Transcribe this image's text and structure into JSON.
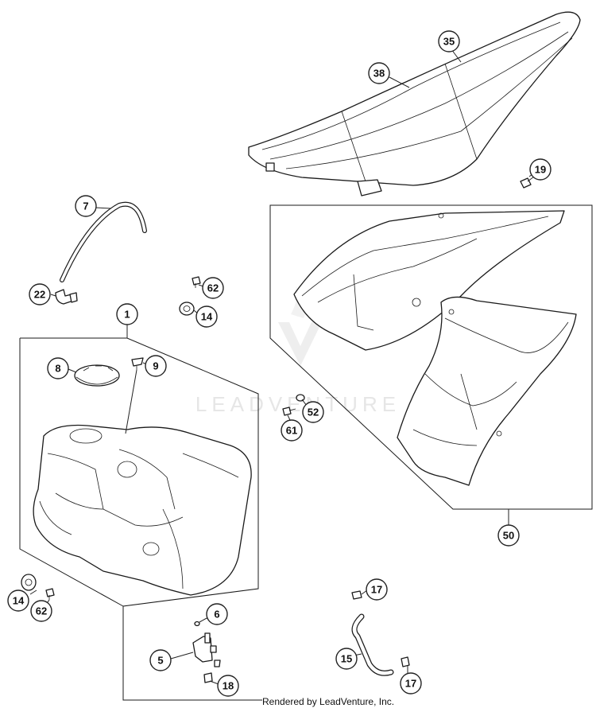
{
  "watermark": "LEADVENTURE",
  "credit": "Rendered by LeadVenture, Inc.",
  "callouts": [
    {
      "id": "c-35",
      "label": "35"
    },
    {
      "id": "c-38",
      "label": "38"
    },
    {
      "id": "c-19",
      "label": "19"
    },
    {
      "id": "c-7",
      "label": "7"
    },
    {
      "id": "c-62a",
      "label": "62"
    },
    {
      "id": "c-22",
      "label": "22"
    },
    {
      "id": "c-14a",
      "label": "14"
    },
    {
      "id": "c-1",
      "label": "1"
    },
    {
      "id": "c-8",
      "label": "8"
    },
    {
      "id": "c-9",
      "label": "9"
    },
    {
      "id": "c-52",
      "label": "52"
    },
    {
      "id": "c-61",
      "label": "61"
    },
    {
      "id": "c-50",
      "label": "50"
    },
    {
      "id": "c-14b",
      "label": "14"
    },
    {
      "id": "c-62b",
      "label": "62"
    },
    {
      "id": "c-6",
      "label": "6"
    },
    {
      "id": "c-5",
      "label": "5"
    },
    {
      "id": "c-18",
      "label": "18"
    },
    {
      "id": "c-17a",
      "label": "17"
    },
    {
      "id": "c-15",
      "label": "15"
    },
    {
      "id": "c-17b",
      "label": "17"
    }
  ]
}
